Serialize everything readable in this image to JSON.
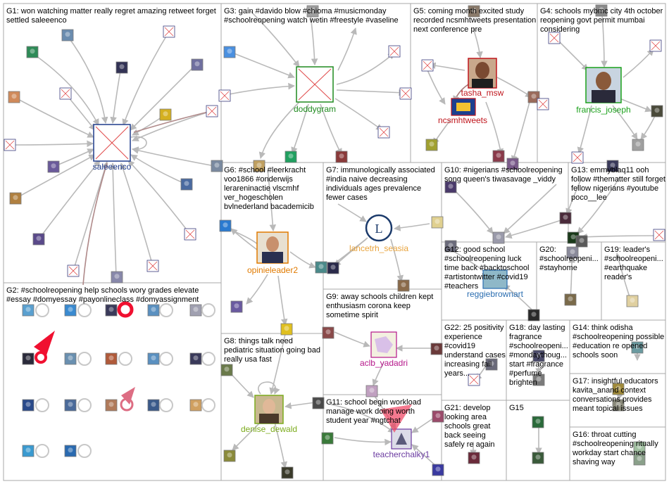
{
  "colors": {
    "edge": "#b9b9b9",
    "box_border": "#a8a8a8",
    "x_red": "#e04848",
    "bg": "#ffffff"
  },
  "groups": [
    {
      "id": "G1",
      "text": "G1: won watching matter really regret amazing retweet forget settled saleeenco"
    },
    {
      "id": "G2",
      "text": "G2: #schoolreopening help schools wory grades elevate #essay #domyessay #payonlineclass #domyassignment"
    },
    {
      "id": "G3",
      "text": "G3: gain #davido blow #chioma #musicmonday #schoolreopening watch wetin #freestyle #vaseline"
    },
    {
      "id": "G4",
      "text": "G4: schools mybmc city 4th october reopening govt permit mumbai considering"
    },
    {
      "id": "G5",
      "text": "G5: coming month excited study recorded ncsmhtweets presentation next conference pre"
    },
    {
      "id": "G6",
      "text": "G6: #school #leerkracht voo1866 #onderwijs lerareninactie vlscmhf ver_hogescholen bvlnederland bacademicib"
    },
    {
      "id": "G7",
      "text": "G7: immunologically associated #india naive decreasing individuals ages prevalence fewer cases"
    },
    {
      "id": "G8",
      "text": "G8: things talk need pediatric situation going bad really usa fast"
    },
    {
      "id": "G9",
      "text": "G9: away schools children kept enthusiasm corona keep sometime spirit"
    },
    {
      "id": "G10",
      "text": "G10: #nigerians #schoolreopening song queen's tiwasavage _viddy"
    },
    {
      "id": "G11",
      "text": "G11: school begin workload manage work doing worth student year #ngtchat"
    },
    {
      "id": "G12",
      "text": "G12: good school #schoolreopening luck time back #backtoschool #artistontwitter #covid19 #teachers"
    },
    {
      "id": "G13",
      "text": "G13: emmyblaq11 ooh follow #thematter still forget fellow nigerians #youtube poco__lee"
    },
    {
      "id": "G14",
      "text": "G14: think odisha #schoolreopening possible #education re opened schools soon"
    },
    {
      "id": "G15",
      "text": "G15"
    },
    {
      "id": "G16",
      "text": "G16: throat cutting #schoolreopening ritually workday start chance shaving way"
    },
    {
      "id": "G17",
      "text": "G17: insightful educators kavita_anand context conversations provides meant topical issues"
    },
    {
      "id": "G18",
      "text": "G18: day lasting fragrance #schoolreopeni... #mondaythoug... start #fragrance #perfume brighten"
    },
    {
      "id": "G19",
      "text": "G19: leader's #schoolreopeni... #earthquake reader's"
    },
    {
      "id": "G20",
      "text": "G20: #schoolreopeni... #stayhome"
    },
    {
      "id": "G21",
      "text": "G21: develop looking area schools great back seeing safely re again"
    },
    {
      "id": "G22",
      "text": "G22: 25 positivity experience #covid19 understand cases increasing fail years..."
    }
  ],
  "nodes": [
    {
      "id": "saleeenco",
      "label": "saleeenco",
      "label_color": "#1f3c8c"
    },
    {
      "id": "doddygram",
      "label": "doddygram",
      "label_color": "#1e8a1e"
    },
    {
      "id": "tasha_msw",
      "label": "tasha_msw",
      "label_color": "#c0151c"
    },
    {
      "id": "ncsmhtweets",
      "label": "ncsmhtweets",
      "label_color": "#c0151c"
    },
    {
      "id": "francis_joseph",
      "label": "francis_joseph",
      "label_color": "#1aa01a"
    },
    {
      "id": "opinieleader2",
      "label": "opinieleader2",
      "label_color": "#e07a00"
    },
    {
      "id": "lancetrh_seasia",
      "label": "lancetrh_seasia",
      "label_color": "#e8a33c"
    },
    {
      "id": "reggiebrownart",
      "label": "reggiebrownart",
      "label_color": "#2a6db0"
    },
    {
      "id": "aclb_yadadri",
      "label": "aclb_yadadri",
      "label_color": "#b5168a"
    },
    {
      "id": "denise_dewald",
      "label": "denise_dewald",
      "label_color": "#7cab1d"
    },
    {
      "id": "teacherchalky1",
      "label": "teacherchalky1",
      "label_color": "#6a3aa0"
    }
  ]
}
